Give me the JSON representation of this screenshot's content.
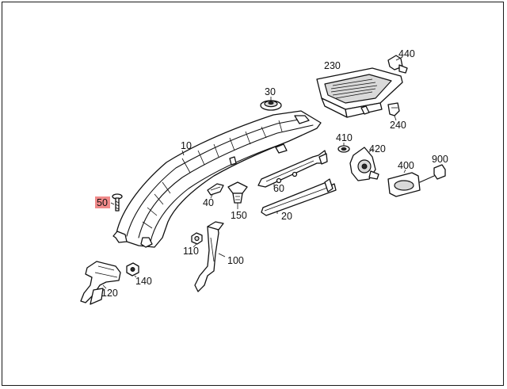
{
  "diagram": {
    "highlight_color": "#f08a8a",
    "callouts": {
      "c10": "10",
      "c20": "20",
      "c30": "30",
      "c40": "40",
      "c50": "50",
      "c60": "60",
      "c100": "100",
      "c110": "110",
      "c120": "120",
      "c140": "140",
      "c150": "150",
      "c230": "230",
      "c240": "240",
      "c400": "400",
      "c410": "410",
      "c420": "420",
      "c440": "440",
      "c900": "900"
    }
  }
}
